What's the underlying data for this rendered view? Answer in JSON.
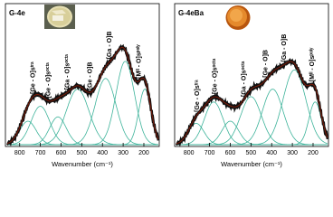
{
  "chart_data": [
    {
      "type": "line",
      "title": "G-4e",
      "xlabel": "Wavenumber (cm⁻¹)",
      "ylabel": "",
      "xlim": [
        860,
        130
      ],
      "ylim": [
        0,
        1.05
      ],
      "xticks": [
        800,
        700,
        600,
        500,
        400,
        300,
        200
      ],
      "grid": false,
      "colors": {
        "fit": "#7a1a08",
        "data": "#111111",
        "component": "#3db39a"
      },
      "peak_labels": [
        {
          "text": "[Ge - O]sᵗʳᵃ",
          "wn": 735
        },
        {
          "text": "[Ge - O]sᵒᶜᵗᵃ",
          "wn": 660
        },
        {
          "text": "[Ga - O]sᵒᶜᵗᵃ",
          "wn": 570
        },
        {
          "text": "[Ge - O]B",
          "wn": 460
        },
        {
          "text": "[Ga - O]B",
          "wn": 365
        },
        {
          "text": "[Mᴵᴵ - O]sᵖᵒˡʸ",
          "wn": 225
        }
      ],
      "components": [
        {
          "center": 760,
          "amp": 0.22,
          "width": 40
        },
        {
          "center": 700,
          "amp": 0.36,
          "width": 45
        },
        {
          "center": 615,
          "amp": 0.26,
          "width": 40
        },
        {
          "center": 520,
          "amp": 0.52,
          "width": 55
        },
        {
          "center": 385,
          "amp": 0.62,
          "width": 50
        },
        {
          "center": 290,
          "amp": 0.78,
          "width": 45
        },
        {
          "center": 195,
          "amp": 0.52,
          "width": 30
        }
      ]
    },
    {
      "type": "line",
      "title": "G-4eBa",
      "xlabel": "Wavenumber (cm⁻¹)",
      "ylabel": "",
      "xlim": [
        860,
        130
      ],
      "ylim": [
        0,
        1.05
      ],
      "xticks": [
        800,
        700,
        600,
        500,
        400,
        300,
        200
      ],
      "grid": false,
      "colors": {
        "fit": "#7a1a08",
        "data": "#111111",
        "component": "#3db39a"
      },
      "peak_labels": [
        {
          "text": "[Ge - O]sᵗʳᵃ",
          "wn": 760
        },
        {
          "text": "[Ge - O]sᵒᶜᵗᵃ",
          "wn": 675
        },
        {
          "text": "[Ga - O]sᵒᶜᵗᵃ",
          "wn": 535
        },
        {
          "text": "[Ge - O]B",
          "wn": 430
        },
        {
          "text": "[Ga - O]B",
          "wn": 340
        },
        {
          "text": "[Mᴵᴵ - O]sᵖᵒˡʸ",
          "wn": 205
        }
      ],
      "components": [
        {
          "center": 765,
          "amp": 0.2,
          "width": 38
        },
        {
          "center": 680,
          "amp": 0.4,
          "width": 45
        },
        {
          "center": 600,
          "amp": 0.22,
          "width": 40
        },
        {
          "center": 500,
          "amp": 0.45,
          "width": 50
        },
        {
          "center": 395,
          "amp": 0.52,
          "width": 50
        },
        {
          "center": 290,
          "amp": 0.7,
          "width": 55
        },
        {
          "center": 190,
          "amp": 0.4,
          "width": 30
        }
      ]
    }
  ]
}
